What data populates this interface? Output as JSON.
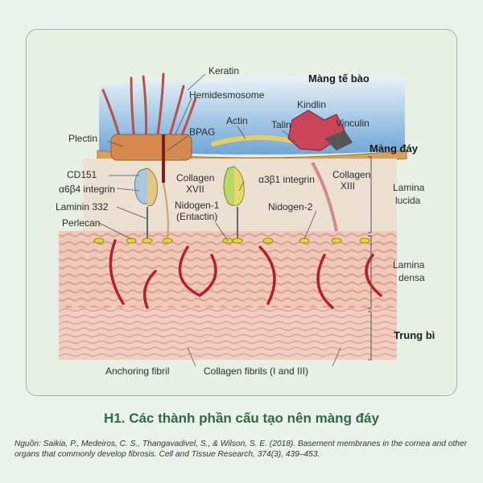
{
  "labels": {
    "keratin": "Keratin",
    "hemidesmosome": "Hemidesmosome",
    "plectin": "Plectin",
    "bpag": "BPAG",
    "actin": "Actin",
    "talin": "Talin",
    "kindlin": "Kindlin",
    "vinculin": "Vinculin",
    "cd151": "CD151",
    "a6b4_integrin": "α6β4 integrin",
    "laminin332": "Laminin 332",
    "perlecan": "Perlecan",
    "collagen_xvii_1": "Collagen",
    "collagen_xvii_2": "XVII",
    "nidogen1_1": "Nidogen-1",
    "nidogen1_2": "(Entactin)",
    "a3b1_integrin": "α3β1 integrin",
    "collagen_xiii_1": "Collagen",
    "collagen_xiii_2": "XIII",
    "nidogen2": "Nidogen-2",
    "anchoring_fibril": "Anchoring fibril",
    "collagen_fibrils": "Collagen fibrils (I and III)"
  },
  "regions": {
    "cell_membrane": "Màng tế bào",
    "basement_membrane": "Màng đáy",
    "lamina_lucida_1": "Lamina",
    "lamina_lucida_2": "lucida",
    "lamina_densa_1": "Lamina",
    "lamina_densa_2": "densa",
    "dermis": "Trung bì"
  },
  "caption": "H1. Các thành phần cấu tạo nên màng đáy",
  "source": "Nguồn: Saikia, P., Medeiros, C. S., Thangavadivel, S., & Wilson, S. E. (2018). Basement membranes in the cornea and other organs that commonly develop fibrosis. Cell and Tissue Research, 374(3), 439–453.",
  "colors": {
    "cell_blue": "#7fb1da",
    "membrane_tan": "#d9a25c",
    "fibril_red": "#b3202e",
    "dermis_pink": "#e9b8a8",
    "accent_green": "#2f6a45"
  }
}
